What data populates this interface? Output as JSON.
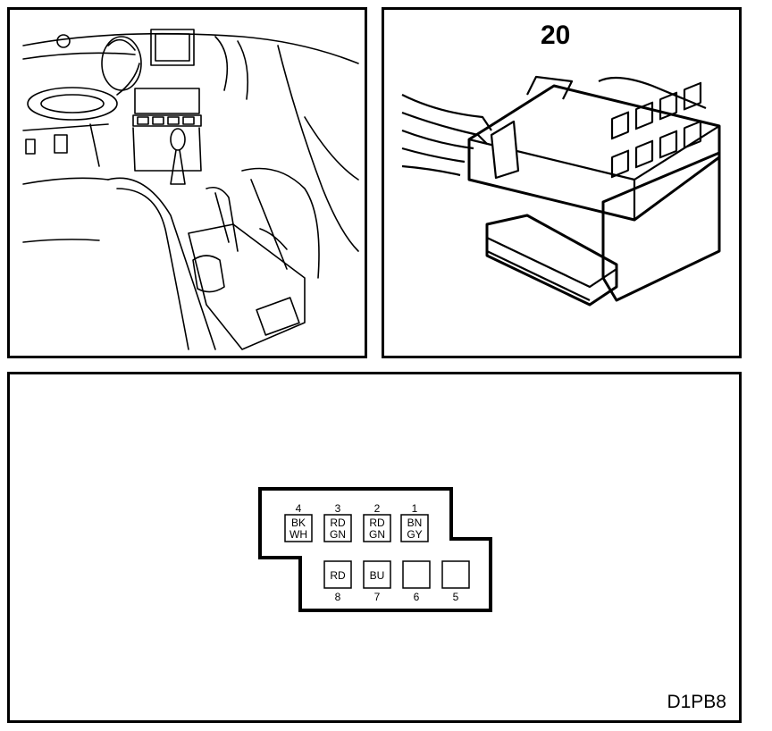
{
  "connector": {
    "number": "20",
    "diagram_code": "D1PB8",
    "pins": [
      {
        "pin": "4",
        "wire_line1": "BK",
        "wire_line2": "WH"
      },
      {
        "pin": "3",
        "wire_line1": "RD",
        "wire_line2": "GN"
      },
      {
        "pin": "2",
        "wire_line1": "RD",
        "wire_line2": "GN"
      },
      {
        "pin": "1",
        "wire_line1": "BN",
        "wire_line2": "GY"
      },
      {
        "pin": "8",
        "wire_line1": "RD",
        "wire_line2": ""
      },
      {
        "pin": "7",
        "wire_line1": "BU",
        "wire_line2": ""
      },
      {
        "pin": "6",
        "wire_line1": "",
        "wire_line2": ""
      },
      {
        "pin": "5",
        "wire_line1": "",
        "wire_line2": ""
      }
    ]
  }
}
